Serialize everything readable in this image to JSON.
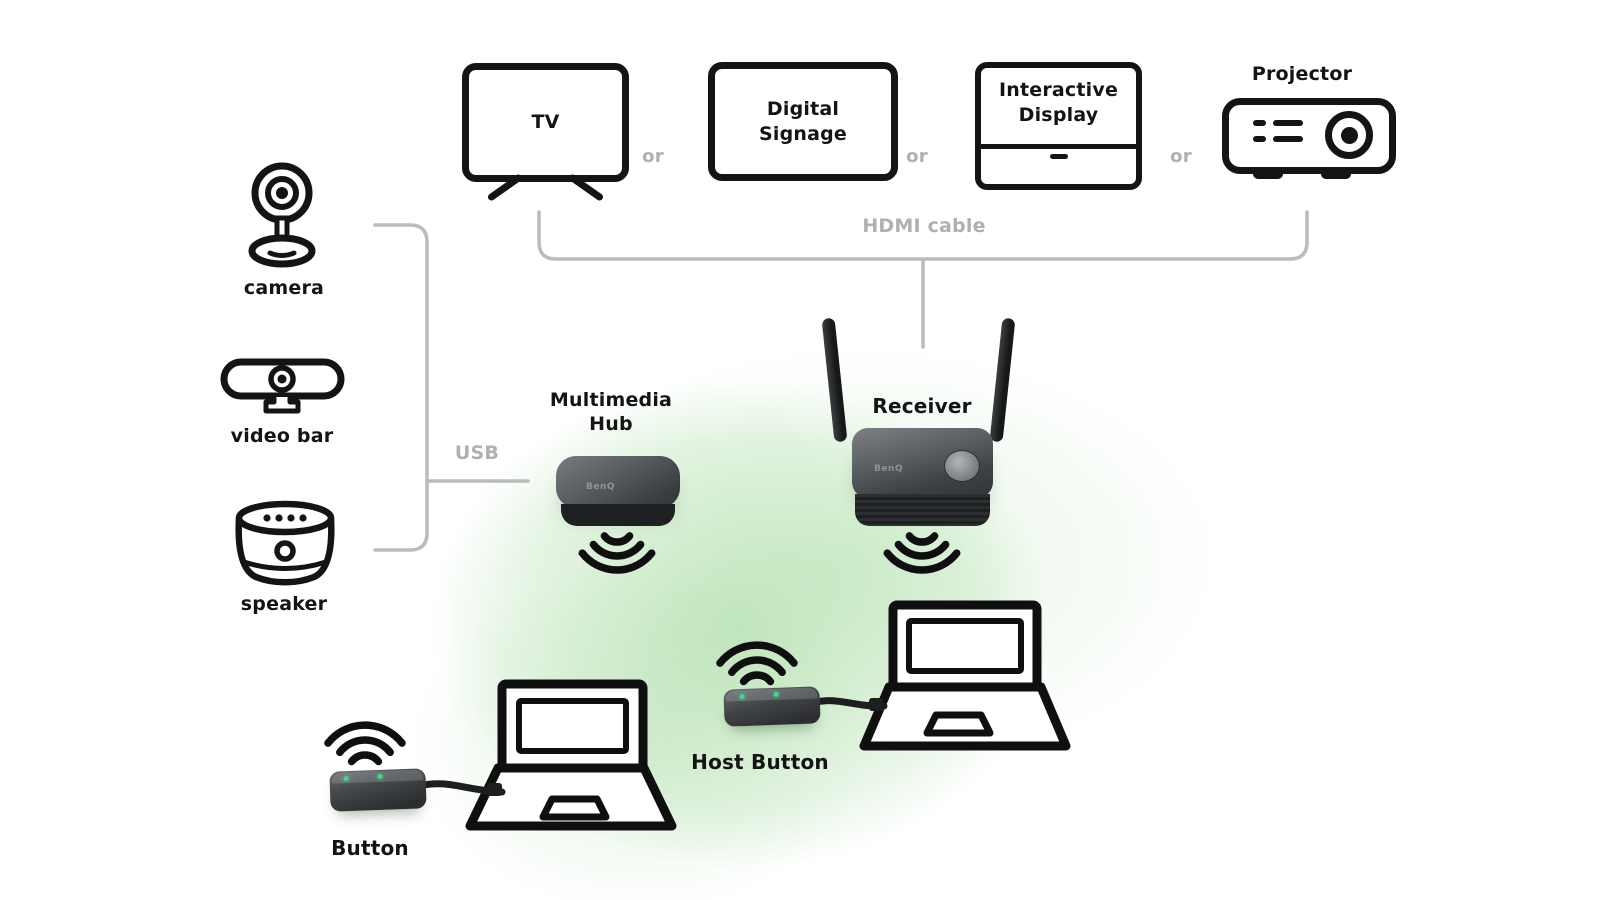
{
  "diagram": {
    "displays": [
      {
        "label": "TV"
      },
      {
        "label": "Digital Signage"
      },
      {
        "label": "Interactive Display"
      },
      {
        "label": "Projector"
      }
    ],
    "or_separators": [
      "or",
      "or",
      "or"
    ],
    "connections": {
      "hdmi_label": "HDMI cable",
      "usb_label": "USB"
    },
    "peripherals": [
      {
        "label": "camera"
      },
      {
        "label": "video bar"
      },
      {
        "label": "speaker"
      }
    ],
    "hub_label": "Multimedia Hub",
    "receiver_label": "Receiver",
    "button_label": "Button",
    "host_button_label": "Host Button",
    "brand_logo": "BenQ",
    "icons": [
      "tv-icon",
      "digital-signage-icon",
      "interactive-display-icon",
      "projector-icon",
      "camera-icon",
      "video-bar-icon",
      "speaker-icon",
      "multimedia-hub-icon",
      "receiver-icon",
      "wifi-waves-icon",
      "laptop-icon",
      "button-icon",
      "host-button-icon"
    ],
    "colors": {
      "ink": "#141414",
      "line_gray": "#b9bbbd",
      "label_gray": "#aeb0b3",
      "glow_green": "#96d48f",
      "led_green": "#3fd98a"
    }
  }
}
